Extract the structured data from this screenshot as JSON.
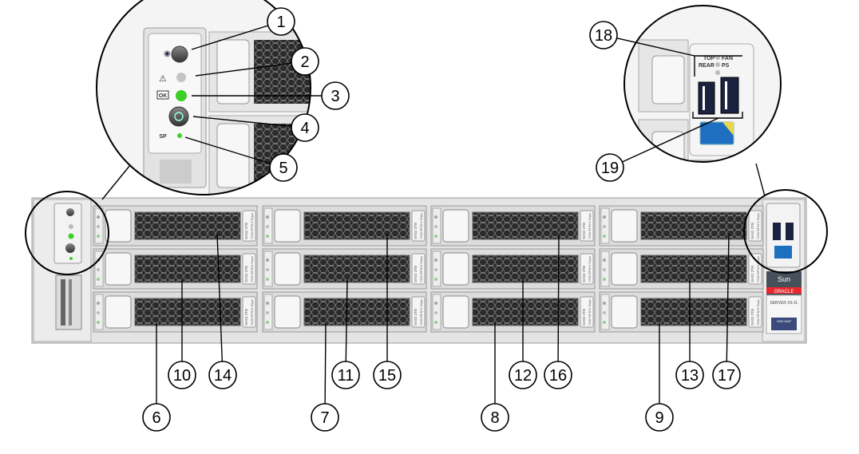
{
  "title": "Server front panel diagram",
  "drive_label": {
    "type": "SAS2",
    "capacity": "2TB",
    "speed": "7200 RPM",
    "rate": "6 Gbps"
  },
  "drive_count": 12,
  "front_panel": {
    "sp_label": "SP",
    "ok_label": "OK",
    "top_label": "TOP",
    "fan_label": "FAN",
    "rear_label": "REAR",
    "ps_label": "PS"
  },
  "badge": {
    "brand": "Sun",
    "vendor": "ORACLE",
    "model": "SERVER X5-2L",
    "hdd_map": "HDD MAP"
  },
  "colors": {
    "led_green": "#3ccf2a",
    "oracle_red": "#e8262b",
    "grille": "#2b2b2b",
    "usb": "#1b2240"
  },
  "callouts": [
    "1",
    "2",
    "3",
    "4",
    "5",
    "6",
    "7",
    "8",
    "9",
    "10",
    "11",
    "12",
    "13",
    "14",
    "15",
    "16",
    "17",
    "18",
    "19"
  ]
}
